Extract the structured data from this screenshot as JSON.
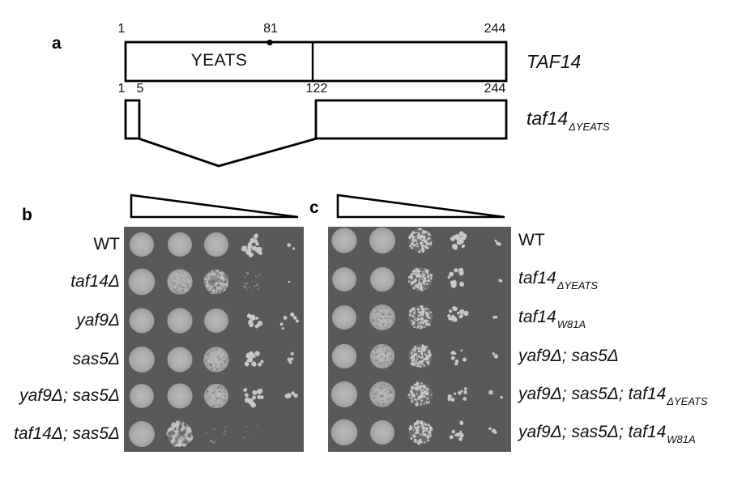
{
  "panel_a": {
    "label": "a",
    "taf14": {
      "tick_start": "1",
      "tick_mark": "81",
      "tick_end": "244",
      "domain": "YEATS",
      "name": "TAF14"
    },
    "variant": {
      "tick_start": "1",
      "tick_5": "5",
      "tick_mid": "122",
      "tick_end": "244",
      "name_main": "taf14",
      "name_sub": "ΔYEATS"
    }
  },
  "panel_b": {
    "label": "b",
    "rows": [
      {
        "label": [
          {
            "t": "WT"
          }
        ],
        "italic": false,
        "spots": [
          {
            "t": "solid"
          },
          {
            "t": "solid"
          },
          {
            "t": "solid"
          },
          {
            "t": "colonies",
            "n": 15
          },
          {
            "t": "dots",
            "n": 2
          }
        ]
      },
      {
        "label": [
          {
            "t": "taf14Δ"
          }
        ],
        "italic": true,
        "spots": [
          {
            "t": "solid"
          },
          {
            "t": "grainy"
          },
          {
            "t": "mottled"
          },
          {
            "t": "sparse",
            "n": 26
          },
          {
            "t": "dots",
            "n": 1,
            "tiny": true
          }
        ]
      },
      {
        "label": [
          {
            "t": "yaf9Δ"
          }
        ],
        "italic": true,
        "spots": [
          {
            "t": "solid"
          },
          {
            "t": "solid"
          },
          {
            "t": "solid"
          },
          {
            "t": "colonies",
            "n": 12
          },
          {
            "t": "colonies",
            "n": 7,
            "small": true
          }
        ]
      },
      {
        "label": [
          {
            "t": "sas5Δ"
          }
        ],
        "italic": true,
        "spots": [
          {
            "t": "solid"
          },
          {
            "t": "solid"
          },
          {
            "t": "grainy"
          },
          {
            "t": "colonies",
            "n": 14
          },
          {
            "t": "dots",
            "n": 4
          }
        ]
      },
      {
        "label": [
          {
            "t": "yaf9Δ; sas5Δ"
          }
        ],
        "italic": true,
        "spots": [
          {
            "t": "solid"
          },
          {
            "t": "solid"
          },
          {
            "t": "grainy"
          },
          {
            "t": "colonies",
            "n": 11
          },
          {
            "t": "dots",
            "n": 5
          }
        ]
      },
      {
        "label": [
          {
            "t": "taf14Δ; sas5Δ"
          }
        ],
        "italic": true,
        "spots": [
          {
            "t": "solid"
          },
          {
            "t": "mottled",
            "coarse": true
          },
          {
            "t": "sparse",
            "n": 12
          },
          {
            "t": "sparse",
            "n": 4
          },
          {
            "t": "none"
          }
        ]
      }
    ]
  },
  "panel_c": {
    "label": "c",
    "rows": [
      {
        "label": [
          {
            "t": "WT"
          }
        ],
        "italic": false,
        "spots": [
          {
            "t": "solid"
          },
          {
            "t": "solid"
          },
          {
            "t": "speckled"
          },
          {
            "t": "colonies",
            "n": 15
          },
          {
            "t": "dots",
            "n": 3
          }
        ]
      },
      {
        "label": [
          {
            "t": "taf14"
          },
          {
            "t": "ΔYEATS",
            "sub": true
          }
        ],
        "italic": true,
        "spots": [
          {
            "t": "solid"
          },
          {
            "t": "solid"
          },
          {
            "t": "speckled"
          },
          {
            "t": "colonies",
            "n": 10
          },
          {
            "t": "dots",
            "n": 2
          }
        ]
      },
      {
        "label": [
          {
            "t": "taf14"
          },
          {
            "t": "W81A",
            "sub": true
          }
        ],
        "italic": true,
        "spots": [
          {
            "t": "solid"
          },
          {
            "t": "grainy"
          },
          {
            "t": "speckled"
          },
          {
            "t": "colonies",
            "n": 12
          },
          {
            "t": "dots",
            "n": 2
          }
        ]
      },
      {
        "label": [
          {
            "t": "yaf9Δ; sas5Δ"
          }
        ],
        "italic": true,
        "spots": [
          {
            "t": "solid"
          },
          {
            "t": "grainy"
          },
          {
            "t": "speckled"
          },
          {
            "t": "colonies",
            "n": 8,
            "small": true
          },
          {
            "t": "dots",
            "n": 3
          }
        ]
      },
      {
        "label": [
          {
            "t": "yaf9Δ; sas5Δ; taf14"
          },
          {
            "t": "ΔYEATS",
            "sub": true
          }
        ],
        "italic": true,
        "spots": [
          {
            "t": "solid"
          },
          {
            "t": "grainy"
          },
          {
            "t": "speckled"
          },
          {
            "t": "colonies",
            "n": 9,
            "small": true
          },
          {
            "t": "dots",
            "n": 2
          }
        ]
      },
      {
        "label": [
          {
            "t": "yaf9Δ; sas5Δ; taf14"
          },
          {
            "t": "W81A",
            "sub": true
          }
        ],
        "italic": true,
        "spots": [
          {
            "t": "solid"
          },
          {
            "t": "solid"
          },
          {
            "t": "speckled"
          },
          {
            "t": "colonies",
            "n": 9,
            "small": true
          },
          {
            "t": "dots",
            "n": 3
          }
        ]
      }
    ]
  },
  "colors": {
    "page_bg": "#ffffff",
    "ink": "#000000",
    "plate_bg": "#59595b",
    "spot_base": "#acacaa",
    "spot_bright": "#c9c9c7",
    "speck_dark": "#616163"
  }
}
